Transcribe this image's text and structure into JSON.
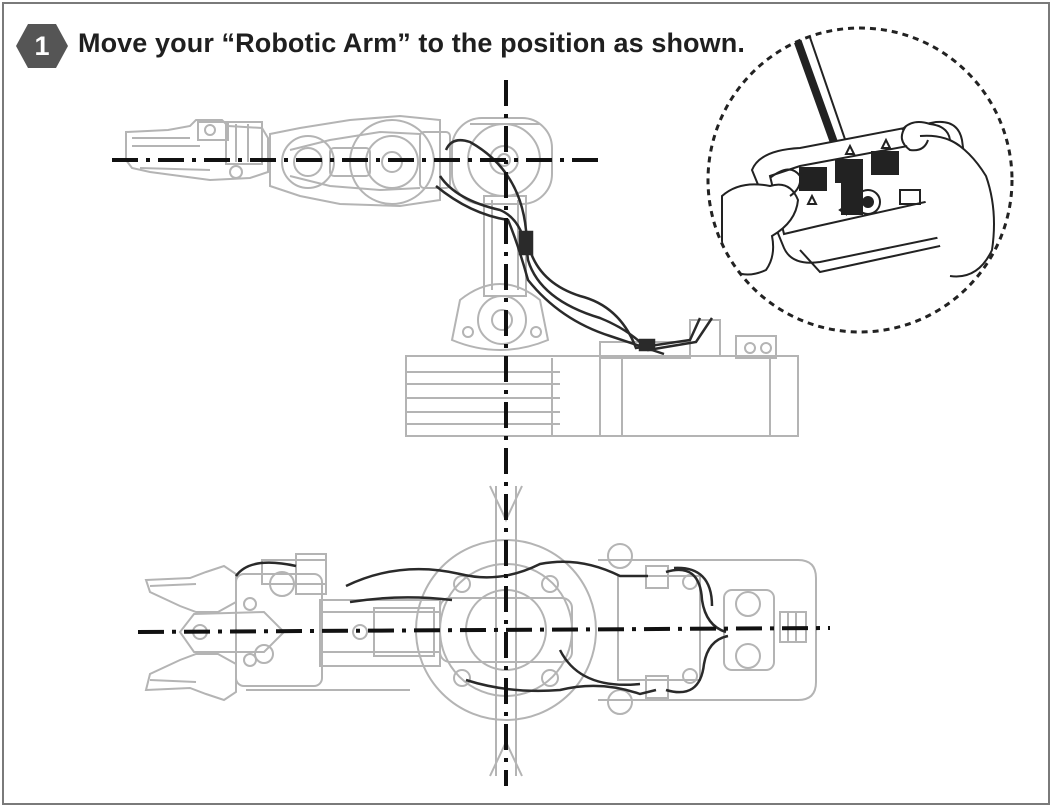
{
  "step": {
    "number": "1",
    "instruction": "Move your “Robotic Arm” to the position as shown."
  },
  "colors": {
    "frame": "#7a7a7a",
    "badge": "#555555",
    "arm_outline": "#b4b4b4",
    "wire": "#2a2a2a",
    "center_line": "#111111"
  },
  "illustrations": {
    "side_view": "robotic-arm-side-view",
    "top_view": "robotic-arm-top-view",
    "inset": "controller-inset"
  }
}
